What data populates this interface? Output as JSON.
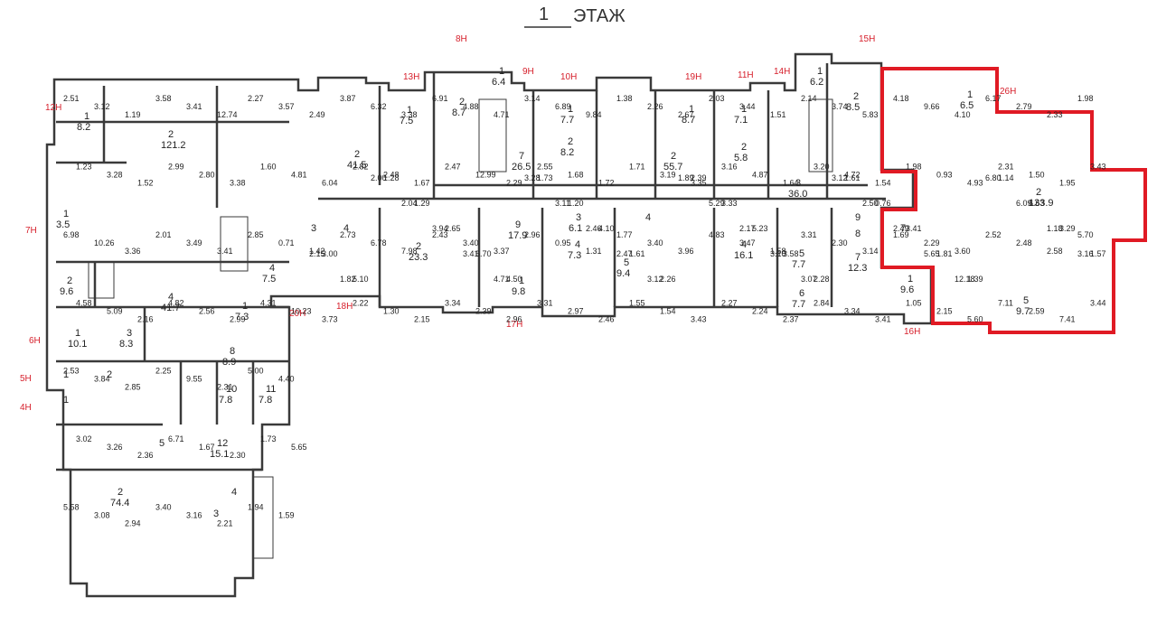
{
  "title": {
    "number": "1",
    "text": "ЭТАЖ"
  },
  "colors": {
    "wall": "#3a3a3a",
    "highlight": "#e01a24",
    "entrance_label": "#d61f2b",
    "background": "#ffffff"
  },
  "entrances": [
    "12Н",
    "7Н",
    "6Н",
    "5Н",
    "4Н",
    "8Н",
    "9Н",
    "10Н",
    "13Н",
    "19Н",
    "11Н",
    "14Н",
    "15Н",
    "26Н",
    "20Н",
    "18Н",
    "17Н",
    "16Н"
  ],
  "rooms": [
    {
      "n": "1",
      "a": "8.2"
    },
    {
      "n": "2",
      "a": "121.2"
    },
    {
      "n": "1",
      "a": "3.5"
    },
    {
      "n": "2",
      "a": "9.6"
    },
    {
      "n": "1",
      "a": "10.1"
    },
    {
      "n": "3",
      "a": "8.3"
    },
    {
      "n": "1",
      "a": ""
    },
    {
      "n": "2",
      "a": ""
    },
    {
      "n": "1",
      "a": ""
    },
    {
      "n": "4",
      "a": "41.7"
    },
    {
      "n": "8",
      "a": "8.9"
    },
    {
      "n": "1",
      "a": "7.3"
    },
    {
      "n": "10",
      "a": "7.8"
    },
    {
      "n": "11",
      "a": "7.8"
    },
    {
      "n": "5",
      "a": ""
    },
    {
      "n": "12",
      "a": "15.1"
    },
    {
      "n": "2",
      "a": "74.4"
    },
    {
      "n": "4",
      "a": ""
    },
    {
      "n": "3",
      "a": ""
    },
    {
      "n": "2",
      "a": "41.5"
    },
    {
      "n": "3",
      "a": ""
    },
    {
      "n": "4",
      "a": "7.5"
    },
    {
      "n": "4",
      "a": ""
    },
    {
      "n": "1",
      "a": "7.5"
    },
    {
      "n": "2",
      "a": "23.3"
    },
    {
      "n": "1",
      "a": "6.4"
    },
    {
      "n": "2",
      "a": "8.7"
    },
    {
      "n": "9",
      "a": "17.9"
    },
    {
      "n": "7",
      "a": "26.5"
    },
    {
      "n": "1",
      "a": "9.8"
    },
    {
      "n": "1",
      "a": "7.7"
    },
    {
      "n": "2",
      "a": "8.2"
    },
    {
      "n": "3",
      "a": "6.1"
    },
    {
      "n": "4",
      "a": "7.3"
    },
    {
      "n": "5",
      "a": "9.4"
    },
    {
      "n": "4",
      "a": ""
    },
    {
      "n": "2",
      "a": "55.7"
    },
    {
      "n": "1",
      "a": "8.7"
    },
    {
      "n": "1",
      "a": "7.1"
    },
    {
      "n": "2",
      "a": "5.8"
    },
    {
      "n": "3",
      "a": "36.0"
    },
    {
      "n": "4",
      "a": "16.1"
    },
    {
      "n": "5",
      "a": "7.7"
    },
    {
      "n": "6",
      "a": "7.7"
    },
    {
      "n": "7",
      "a": "12.3"
    },
    {
      "n": "1",
      "a": "6.2"
    },
    {
      "n": "2",
      "a": "8.5"
    },
    {
      "n": "9",
      "a": ""
    },
    {
      "n": "8",
      "a": ""
    },
    {
      "n": "1",
      "a": "9.6"
    },
    {
      "n": "1",
      "a": "6.5"
    },
    {
      "n": "2",
      "a": "133.9"
    },
    {
      "n": "7",
      "a": ""
    },
    {
      "n": "5",
      "a": "9.7"
    }
  ],
  "dimensions": [
    "2.51",
    "3.12",
    "1.19",
    "3.58",
    "3.41",
    "12.74",
    "2.27",
    "3.57",
    "2.49",
    "3.87",
    "6.32",
    "3.38",
    "6.91",
    "4.88",
    "4.71",
    "3.14",
    "6.89",
    "9.84",
    "1.38",
    "2.26",
    "2.67",
    "2.03",
    "3.44",
    "1.51",
    "2.14",
    "3.74",
    "5.83",
    "4.18",
    "9.66",
    "4.10",
    "6.17",
    "2.79",
    "2.33",
    "1.98",
    "1.23",
    "3.28",
    "1.52",
    "2.99",
    "2.80",
    "3.38",
    "1.60",
    "4.81",
    "6.04",
    "2.82",
    "2.48",
    "1.67",
    "2.47",
    "12.99",
    "2.29",
    "2.55",
    "1.68",
    "1.72",
    "1.71",
    "3.19",
    "3.35",
    "3.16",
    "4.87",
    "1.64",
    "3.20",
    "4.72",
    "1.54",
    "1.98",
    "0.93",
    "4.93",
    "2.31",
    "1.50",
    "1.95",
    "3.43",
    "6.98",
    "10.26",
    "3.36",
    "2.01",
    "3.49",
    "3.41",
    "2.85",
    "0.71",
    "1.42",
    "2.73",
    "6.78",
    "7.98",
    "2.43",
    "3.40",
    "3.37",
    "2.96",
    "0.95",
    "1.31",
    "1.77",
    "3.40",
    "3.96",
    "4.83",
    "3.47",
    "1.58",
    "3.31",
    "2.30",
    "3.14",
    "1.69",
    "2.29",
    "3.60",
    "2.52",
    "2.48",
    "2.58",
    "5.70",
    "4.58",
    "5.09",
    "2.16",
    "4.82",
    "2.56",
    "2.99",
    "4.31",
    "10.23",
    "3.73",
    "2.22",
    "1.30",
    "2.15",
    "3.34",
    "2.39",
    "2.96",
    "3.31",
    "2.97",
    "2.46",
    "1.55",
    "1.54",
    "3.43",
    "2.27",
    "2.24",
    "2.37",
    "2.84",
    "3.34",
    "3.41",
    "1.05",
    "2.15",
    "5.60",
    "7.11",
    "2.59",
    "7.41",
    "3.44",
    "2.53",
    "3.84",
    "2.85",
    "2.25",
    "9.55",
    "2.31",
    "5.00",
    "4.40",
    "2.15",
    "1.82",
    "2.00",
    "2.04",
    "3.94",
    "3.41",
    "4.71",
    "3.28",
    "3.11",
    "2.46",
    "2.47",
    "3.12",
    "1.89",
    "5.29",
    "2.17",
    "3.10",
    "3.07",
    "3.12",
    "2.50",
    "2.49",
    "5.65",
    "12.18",
    "6.80",
    "6.09",
    "1.18",
    "3.16",
    "3.02",
    "3.26",
    "2.36",
    "6.71",
    "1.67",
    "2.30",
    "1.73",
    "5.65",
    "3.00",
    "5.10",
    "1.28",
    "1.29",
    "2.65",
    "6.70",
    "4.50",
    "1.73",
    "1.20",
    "4.10",
    "1.61",
    "2.26",
    "2.39",
    "3.33",
    "5.23",
    "3.58",
    "2.28",
    "1.61",
    "0.76",
    "3.41",
    "1.81",
    "1.39",
    "1.14",
    "6.63",
    "3.29",
    "1.57",
    "5.58",
    "3.08",
    "2.94",
    "3.40",
    "3.16",
    "2.21",
    "1.94",
    "1.59"
  ]
}
